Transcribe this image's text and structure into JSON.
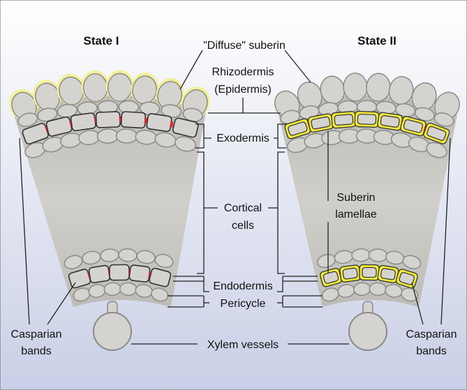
{
  "titles": {
    "state_1": "State I",
    "state_2": "State II"
  },
  "labels": {
    "diffuse_suberin": "\"Diffuse\" suberin",
    "rhizodermis_line1": "Rhizodermis",
    "rhizodermis_line2": "(Epidermis)",
    "exodermis": "Exodermis",
    "cortical_line1": "Cortical",
    "cortical_line2": "cells",
    "suberin_lamellae_line1": "Suberin",
    "suberin_lamellae_line2": "lamellae",
    "endodermis": "Endodermis",
    "pericycle": "Pericycle",
    "xylem_vessels": "Xylem vessels",
    "casparian_left_line1": "Casparian",
    "casparian_left_line2": "bands",
    "casparian_right_line1": "Casparian",
    "casparian_right_line2": "bands"
  },
  "colors": {
    "background_top": "#ffffff",
    "background_bottom": "#c9cfe6",
    "cell_fill": "#d4d3cf",
    "cell_outline": "#8a8a86",
    "cortex_fill": "#c8c7c2",
    "suberin_yellow": "#f2ea3a",
    "diffuse_suberin_glow": "#f4f09a",
    "casparian_red": "#e8242c",
    "leader_line": "#222222"
  },
  "icons": {
    "xylem": "xylem-vessel-circle",
    "casparian": "red-band-marker"
  }
}
